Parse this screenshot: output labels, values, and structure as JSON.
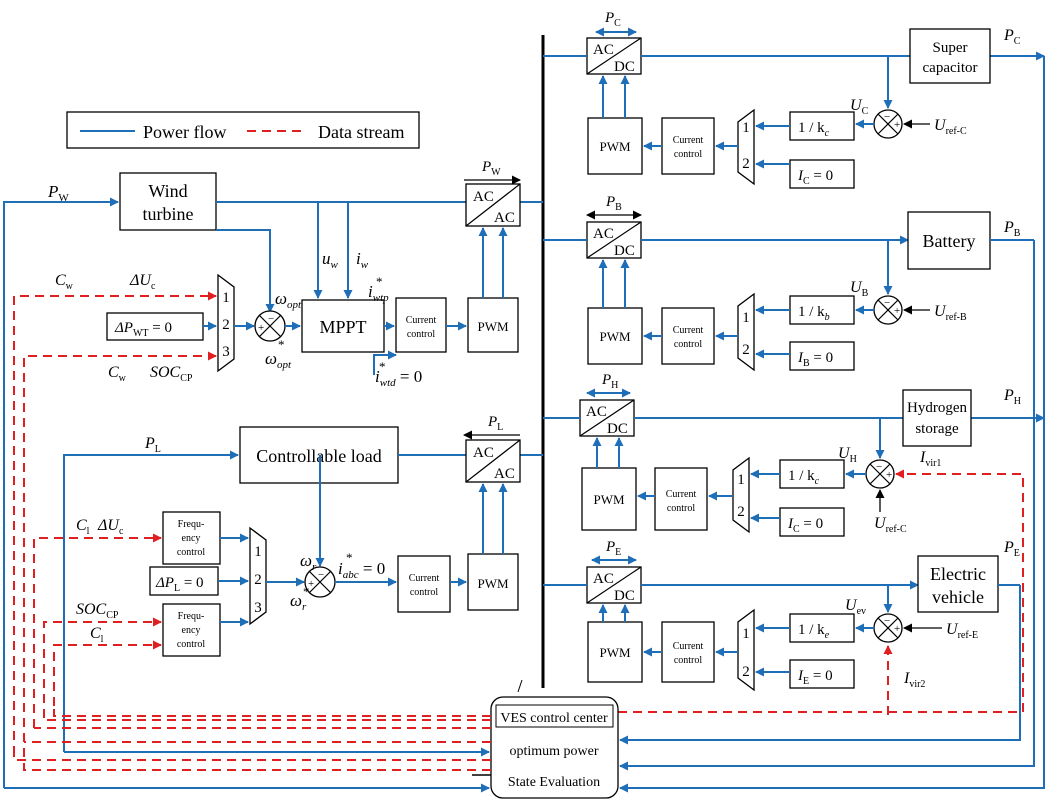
{
  "legend": {
    "power_flow": "Power flow",
    "data_stream": "Data stream"
  },
  "colors": {
    "power_flow": "#1f6fb8",
    "data_stream": "#e02020"
  },
  "blocks": {
    "wind_turbine": [
      "Wind",
      "turbine"
    ],
    "mppt": "MPPT",
    "controllable_load": "Controllable load",
    "super_capacitor": [
      "Super",
      "capacitor"
    ],
    "battery": "Battery",
    "hydrogen_storage": [
      "Hydrogen",
      "storage"
    ],
    "electric_vehicle": [
      "Electric",
      "vehicle"
    ],
    "pwm": "PWM",
    "current_control": [
      "Current",
      "control"
    ],
    "frequency_control": [
      "Frequ-",
      "ency",
      "control"
    ],
    "ac": "AC",
    "dc": "DC",
    "ves_center": [
      "VES control center",
      "optimum power",
      "State Evaluation"
    ]
  },
  "mux": {
    "n1": "1",
    "n2": "2",
    "n3": "3"
  },
  "sign": {
    "plus": "+",
    "minus": "−"
  },
  "labels": {
    "PW": "P",
    "PW_sub": "W",
    "PL": "P",
    "PL_sub": "L",
    "PC": "P",
    "PC_sub": "C",
    "PB": "P",
    "PB_sub": "B",
    "PH": "P",
    "PH_sub": "H",
    "PE": "P",
    "PE_sub": "E",
    "Cw": "C",
    "Cw_sub": "w",
    "dUc": "ΔU",
    "dUc_sub": "c",
    "SOC": "SOC",
    "SOC_sub": "CP",
    "Cl": "C",
    "Cl_sub": "l",
    "dPWT": "ΔP",
    "dPWT_sub": "WT",
    "dPWT_tail": " = 0",
    "dPL": "ΔP",
    "dPL_sub": "L",
    "dPL_tail": " = 0",
    "omega_opt": "ω",
    "omega_opt_sub": "opt",
    "omega_r": "ω",
    "omega_r_sub": "r",
    "star": "*",
    "uw": "u",
    "uw_sub": "w",
    "iw": "i",
    "iw_sub": "w",
    "iwtp": "i",
    "iwtp_sub": "wtp",
    "iwtd": "i",
    "iwtd_sub": "wtd",
    "iwtd_tail": " = 0",
    "iabc": "i",
    "iabc_sub": "abc",
    "iabc_tail": " = 0",
    "kc": "1 / k",
    "kc_sub": "c",
    "kb": "1 / k",
    "kb_sub": "b",
    "ke": "1 / k",
    "ke_sub": "e",
    "IC": "I",
    "IC_sub": "C",
    "IC_tail": " = 0",
    "IB": "I",
    "IB_sub": "B",
    "IB_tail": " = 0",
    "IE": "I",
    "IE_sub": "E",
    "IE_tail": " = 0",
    "UC": "U",
    "UC_sub": "C",
    "UB": "U",
    "UB_sub": "B",
    "UH": "U",
    "UH_sub": "H",
    "Uev": "U",
    "Uev_sub": "ev",
    "UrefC": "U",
    "UrefC_sub": "ref-C",
    "UrefB": "U",
    "UrefB_sub": "ref-B",
    "UrefE": "U",
    "UrefE_sub": "ref-E",
    "Ivir1": "I",
    "Ivir1_sub": "vir1",
    "Ivir2": "I",
    "Ivir2_sub": "vir2"
  }
}
